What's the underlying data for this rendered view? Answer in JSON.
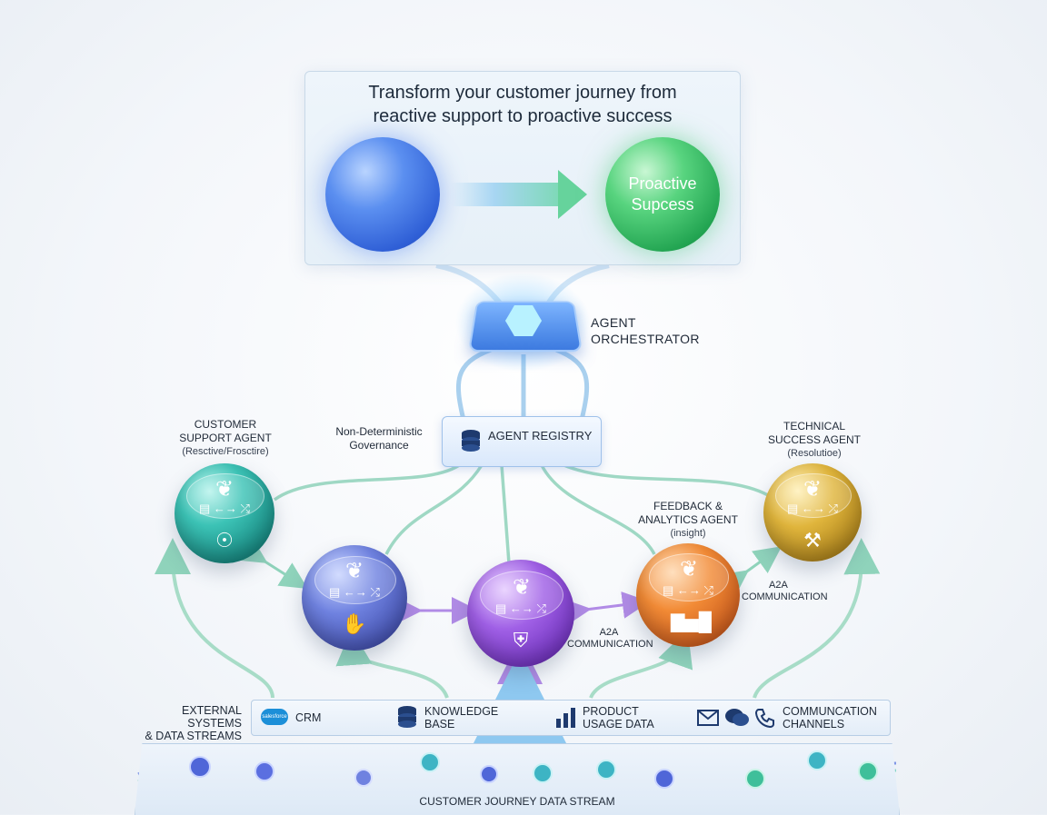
{
  "banner": {
    "title_line1": "Transform your customer journey from",
    "title_line2": "reactive support to proactive success",
    "proactive_line1": "Proactive",
    "proactive_line2": "Supcess"
  },
  "orchestrator": {
    "line1": "AGENT",
    "line2": "ORCHESTRATOR"
  },
  "registry": {
    "label": "AGENT REGISTRY"
  },
  "governance": {
    "line1": "Non-Deterministic",
    "line2": "Governance"
  },
  "agents": {
    "customer_support": {
      "line1": "CUSTOMER",
      "line2": "SUPPORT AGENT",
      "sub": "(Resctive/Frosctire)"
    },
    "technical_success": {
      "line1": "TECHNICAL",
      "line2": "SUCCESS AGENT",
      "sub": "(Resolutioe)"
    },
    "feedback_analytics": {
      "line1": "FEEDBACK &",
      "line2": "ANALYTICS AGENT",
      "sub": "(insight)"
    }
  },
  "a2a": [
    {
      "line1": "A2A",
      "line2": "COMMUNICATION"
    },
    {
      "line1": "A2A",
      "line2": "COMMUNICATION"
    }
  ],
  "systems": {
    "label_line1": "EXTERNAL SYSTEMS",
    "label_line2": "& DATA STREAMS",
    "crm": "CRM",
    "crm_badge": "salesforce",
    "kb_line1": "KNOWLEDGE",
    "kb_line2": "BASE",
    "usage_line1": "PRODUCT",
    "usage_line2": "USAGE DATA",
    "comm_line1": "COMMUNCATION",
    "comm_line2": "CHANNELS"
  },
  "stream": {
    "label": "CUSTOMER JOURNEY DATA STREAM"
  },
  "icons": [
    "brain-icon",
    "database-icon",
    "shuffle-icon",
    "headset-icon",
    "handshake-icon",
    "shield-icon",
    "bar-chart-icon",
    "tools-icon",
    "mail-icon",
    "chat-icon",
    "phone-icon"
  ],
  "colors": {
    "teal": "#3cc3b6",
    "indigo": "#6f82e0",
    "purple": "#a060e6",
    "orange": "#f28b36",
    "gold": "#e0b53c",
    "connector": "#9fd8c4"
  }
}
